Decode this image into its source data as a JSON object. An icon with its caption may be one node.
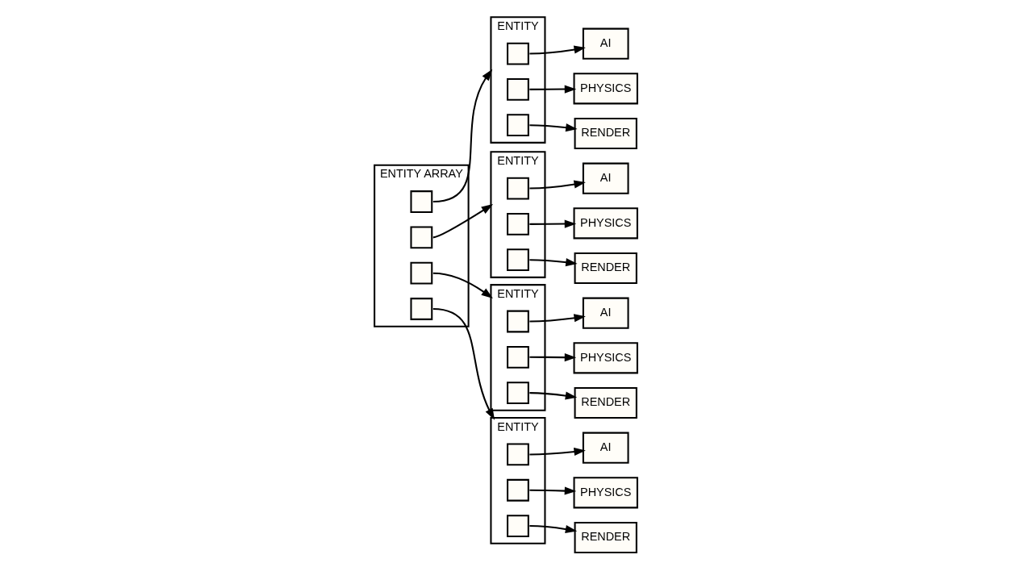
{
  "diagram": {
    "nodes": [
      {
        "text": [
          "ENTITY ARRAY"
        ]
      },
      {
        "text": [],
        "shape": "box",
        "in": 0
      },
      {
        "text": [],
        "shape": "box",
        "in": 0
      },
      {
        "text": [],
        "shape": "box",
        "in": 0
      },
      {
        "text": [],
        "shape": "box",
        "in": 0
      },
      {
        "text": [
          "AI"
        ]
      },
      {
        "text": [
          "PHYSICS"
        ]
      },
      {
        "text": [
          "AI"
        ]
      },
      {
        "text": [
          "ENTITY"
        ]
      },
      {
        "text": [],
        "shape": "box",
        "in": 8
      },
      {
        "text": [],
        "shape": "box",
        "in": 8
      },
      {
        "text": [],
        "shape": "box",
        "in": 8
      },
      {
        "text": [
          "ENTITY"
        ]
      },
      {
        "text": [],
        "shape": "box",
        "in": 12
      },
      {
        "text": [],
        "shape": "box",
        "in": 12
      },
      {
        "text": [],
        "shape": "box",
        "in": 12
      },
      {
        "text": [
          "PHYSICS"
        ]
      },
      {
        "text": [
          "AI"
        ]
      },
      {
        "text": [
          "RENDER"
        ]
      },
      {
        "text": [
          "PHYSICS"
        ]
      },
      {
        "text": [
          "ENTITY"
        ]
      },
      {
        "text": [],
        "shape": "box",
        "in": 20
      },
      {
        "text": [],
        "shape": "box",
        "in": 20
      },
      {
        "text": [],
        "shape": "box",
        "in": 20
      },
      {
        "text": [
          "RENDER"
        ]
      },
      {
        "text": [
          "ENTITY"
        ]
      },
      {
        "text": [],
        "shape": "box",
        "in": 25
      },
      {
        "text": [],
        "shape": "box",
        "in": 25
      },
      {
        "text": [],
        "shape": "box",
        "in": 25
      },
      {
        "text": [
          "RENDER"
        ]
      },
      {
        "text": [
          "PHYSICS"
        ]
      },
      {
        "text": [
          "RENDER"
        ]
      },
      {
        "text": [
          "AI"
        ]
      }
    ],
    "edges": [
      {
        "from": 1,
        "to": 8,
        "arrow": "to"
      },
      {
        "from": 2,
        "to": 20,
        "arrow": "to"
      },
      {
        "from": 3,
        "to": 12,
        "arrow": "to"
      },
      {
        "from": 4,
        "to": 25,
        "arrow": "to"
      },
      {
        "from": 9,
        "to": 5,
        "arrow": "to"
      },
      {
        "from": 10,
        "to": 19,
        "arrow": "to"
      },
      {
        "from": 11,
        "to": 18,
        "arrow": "to"
      },
      {
        "from": 13,
        "to": 17,
        "arrow": "to"
      },
      {
        "from": 14,
        "to": 6,
        "arrow": "to"
      },
      {
        "from": 15,
        "to": 24,
        "arrow": "to"
      },
      {
        "from": 21,
        "to": 7,
        "arrow": "to"
      },
      {
        "from": 22,
        "to": 30,
        "arrow": "to"
      },
      {
        "from": 23,
        "to": 29,
        "arrow": "to"
      },
      {
        "from": 26,
        "to": 32,
        "arrow": "to"
      },
      {
        "from": 27,
        "to": 16,
        "arrow": "to"
      },
      {
        "from": 28,
        "to": 31,
        "arrow": "to"
      }
    ]
  }
}
